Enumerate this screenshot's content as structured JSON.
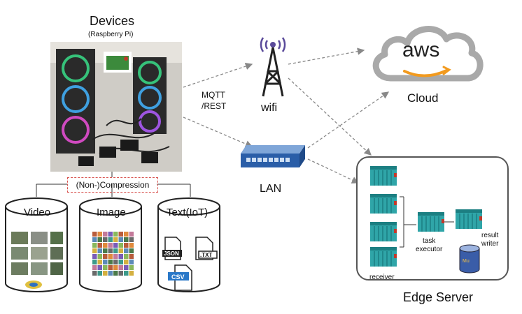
{
  "devices": {
    "title": "Devices",
    "subtitle": "(Raspberry Pi)"
  },
  "compression_label": "(Non-)Compression",
  "storage": [
    {
      "label": "Video"
    },
    {
      "label": "Image"
    },
    {
      "label": "Text(IoT)",
      "files": [
        "JSON",
        ".TXT",
        "CSV"
      ]
    }
  ],
  "protocol_label": [
    "MQTT",
    "/REST"
  ],
  "network": {
    "wifi": "wifi",
    "lan": "LAN"
  },
  "cloud": {
    "logo": "aws",
    "label": "Cloud"
  },
  "edge": {
    "label": "Edge Server",
    "receiver": "receiver",
    "task_executor": [
      "task",
      "executor"
    ],
    "result_writer": [
      "result",
      "writer"
    ]
  },
  "colors": {
    "aws_orange": "#f29a1e",
    "container_teal": "#2fa5a8",
    "dashed_compress": "#d9534f"
  }
}
